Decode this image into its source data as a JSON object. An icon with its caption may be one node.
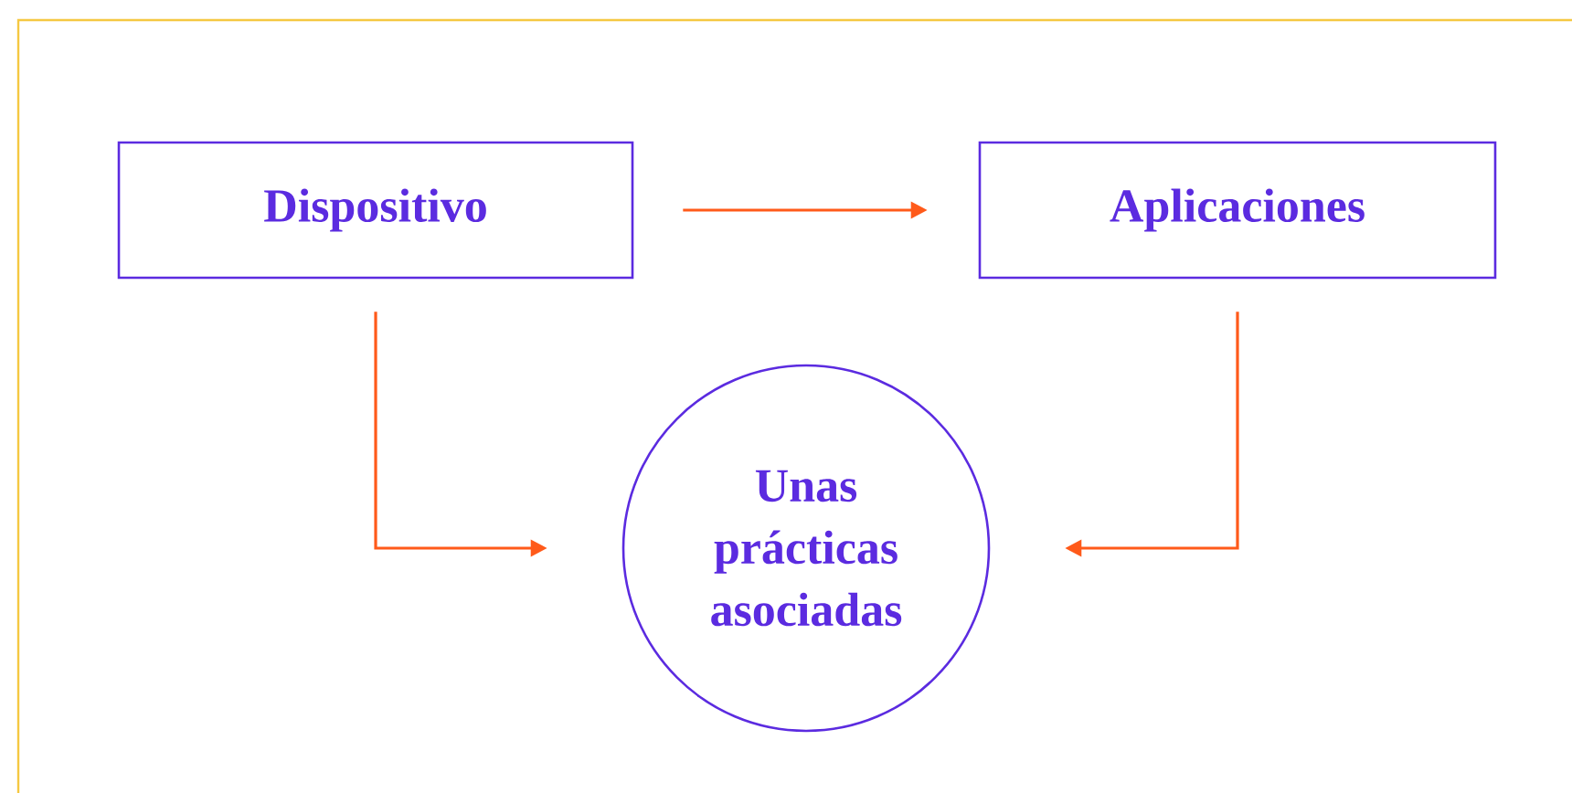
{
  "diagram": {
    "nodes": [
      {
        "text": [
          "Dispositivo"
        ]
      },
      {
        "text": [
          "Aplicaciones"
        ]
      },
      {
        "text": [
          "Unas prácticas asociadas"
        ]
      }
    ],
    "edges": [
      {
        "from": 0,
        "to": 1,
        "arrow": "to"
      },
      {
        "from": 0,
        "to": 2,
        "arrow": "to"
      },
      {
        "from": 1,
        "to": 2,
        "arrow": "to"
      }
    ]
  }
}
